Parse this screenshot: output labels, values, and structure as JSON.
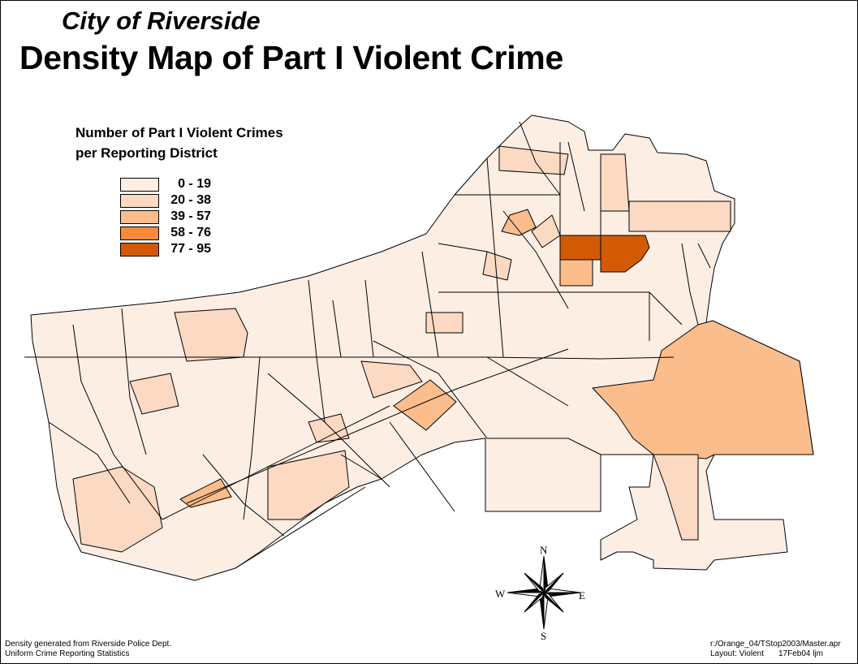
{
  "header": {
    "subtitle": "City of Riverside",
    "title": "Density Map of Part I Violent Crime"
  },
  "legend": {
    "title_line1": "Number of Part I Violent Crimes",
    "title_line2": "per Reporting District",
    "classes": [
      {
        "label": "0 - 19",
        "color": "#fdeee4"
      },
      {
        "label": "20 - 38",
        "color": "#fbd9c2"
      },
      {
        "label": "39 - 57",
        "color": "#fbbd8c"
      },
      {
        "label": "58 - 76",
        "color": "#f98a38"
      },
      {
        "label": "77 - 95",
        "color": "#d25a04"
      }
    ]
  },
  "compass": {
    "n": "N",
    "s": "S",
    "e": "E",
    "w": "W"
  },
  "footer": {
    "left_line1": "Density generated from Riverside Police Dept.",
    "left_line2": "Uniform Crime Reporting Statistics",
    "right_line1": "r:/Orange_04/TStop2003/Master.apr",
    "right_layout": "Layout: Violent",
    "right_date": "17Feb04 ljm"
  },
  "colors": {
    "outline": "#000000",
    "background": "#ffffff"
  }
}
